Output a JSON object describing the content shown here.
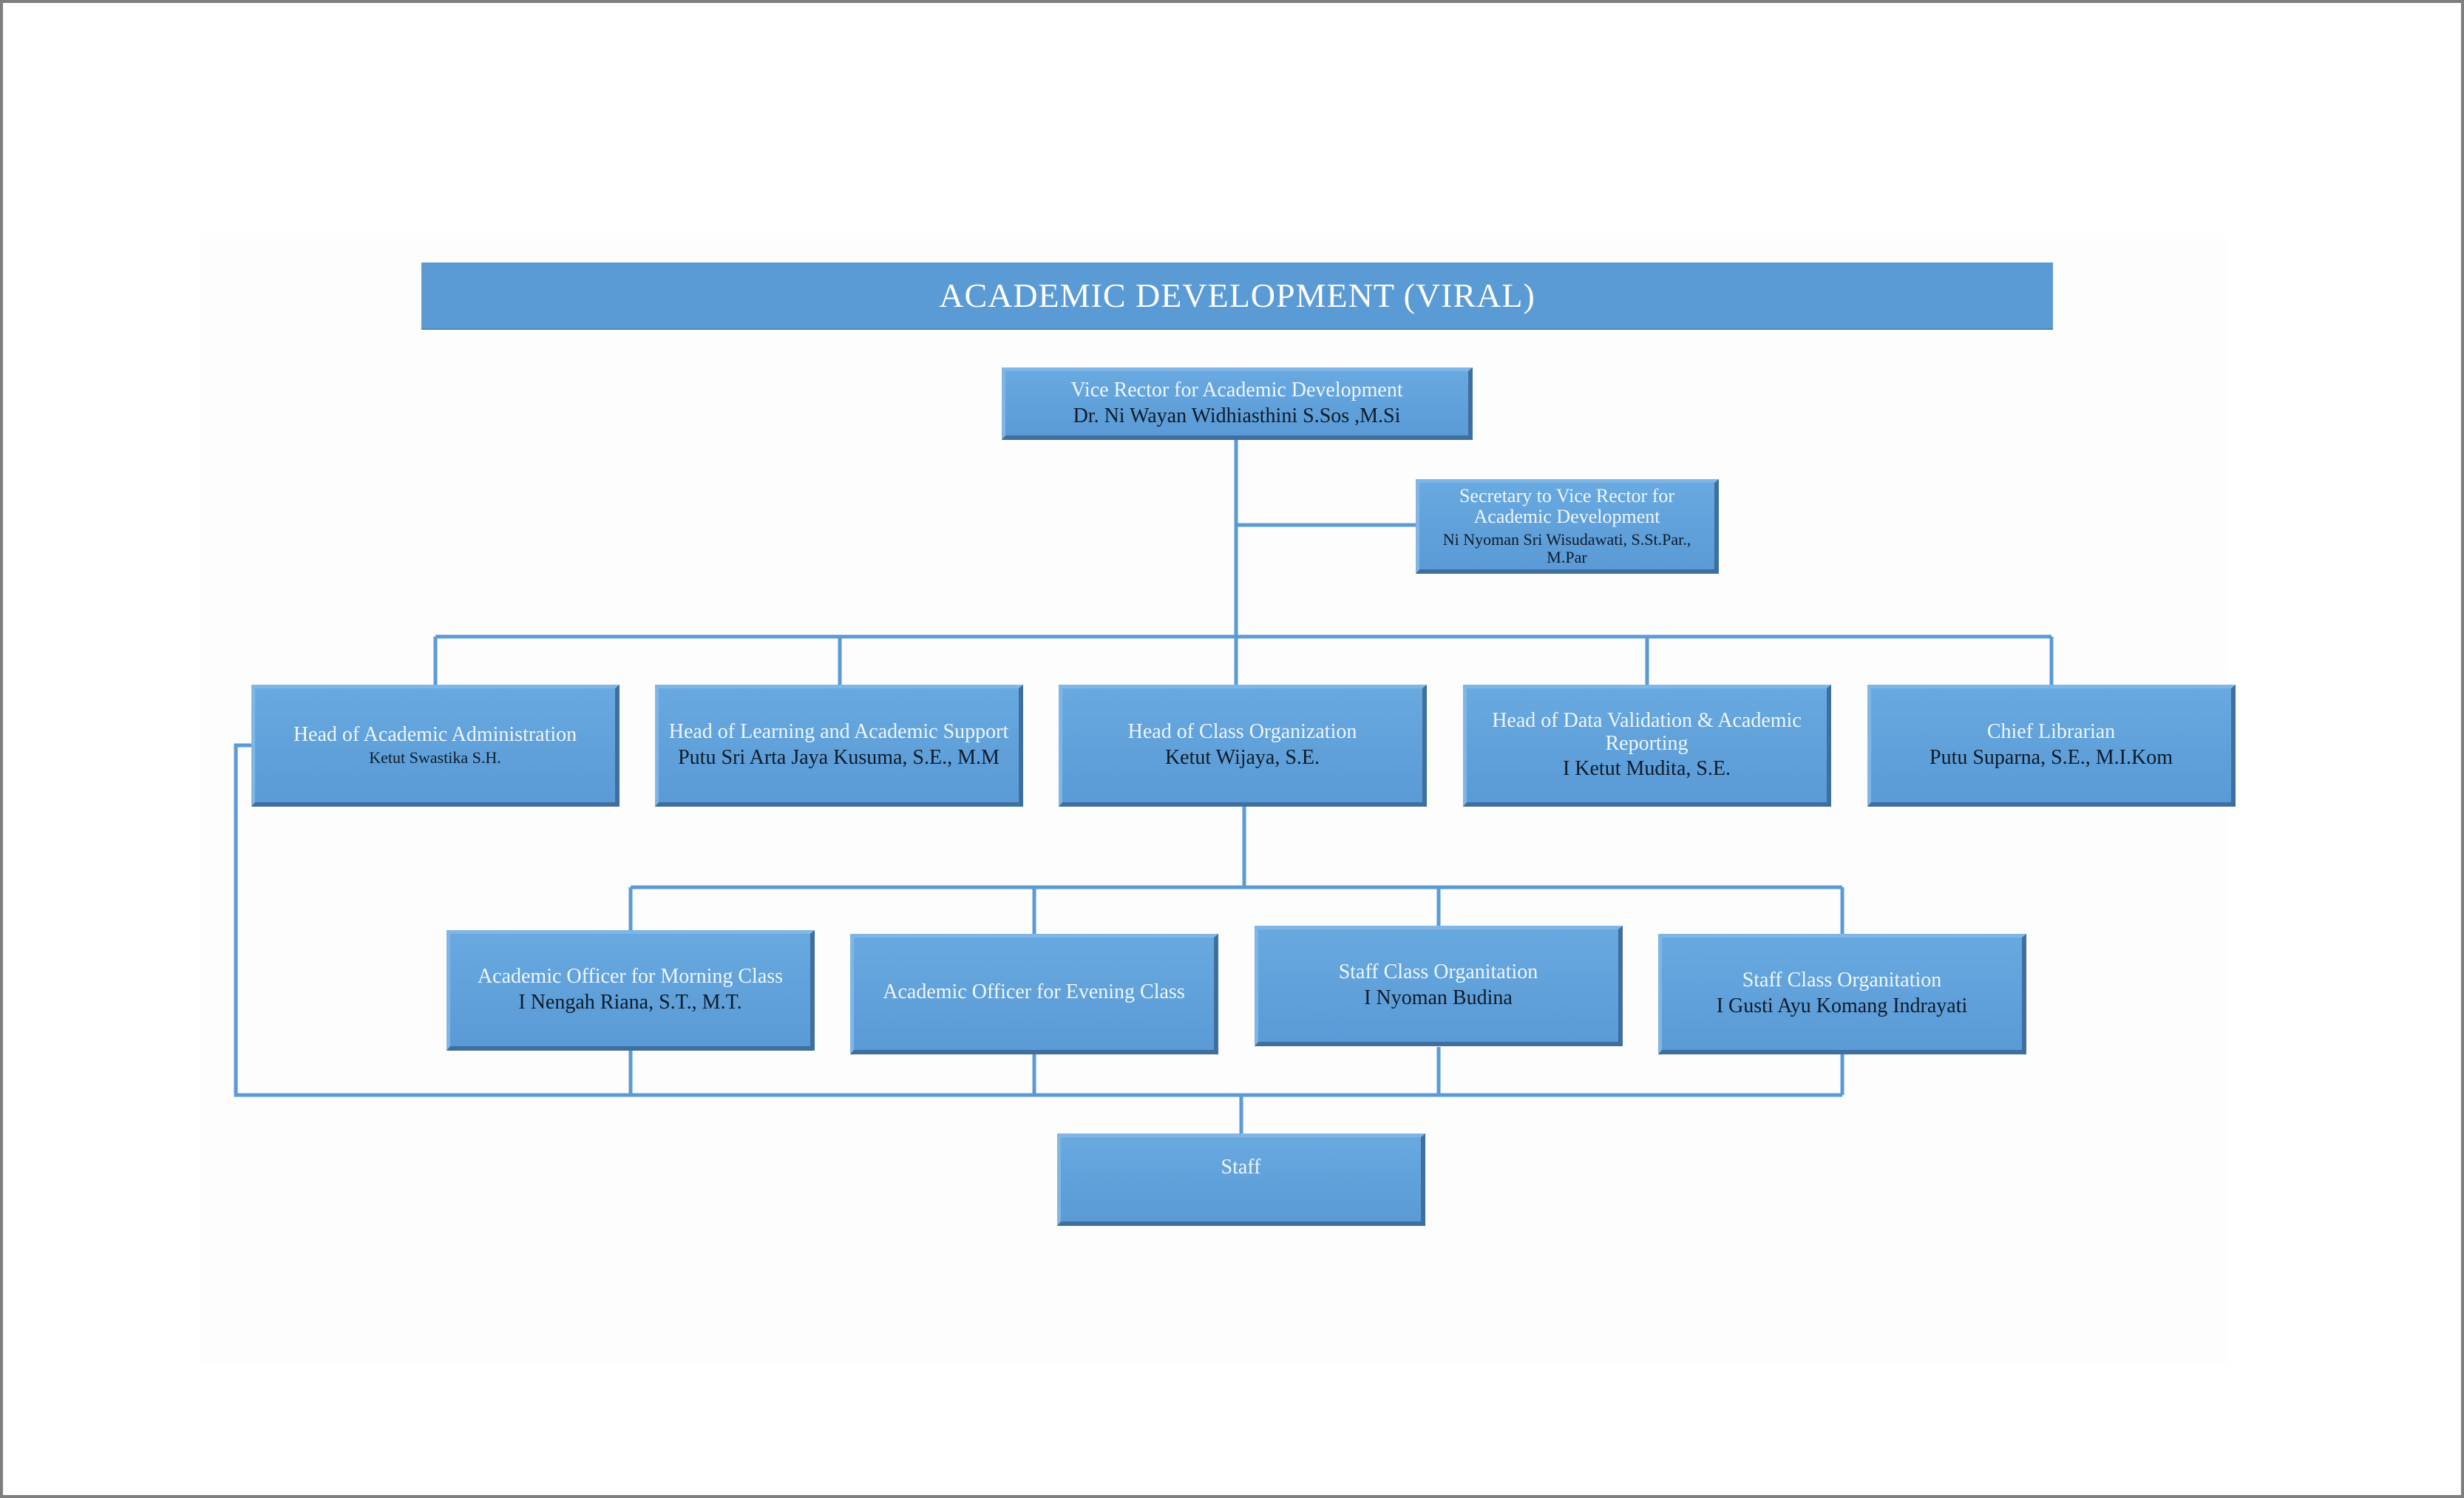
{
  "title": "ACADEMIC DEVELOPMENT (VIRAL)",
  "colors": {
    "box": "#5b9bd5",
    "line": "#5b9bd5",
    "role_text": "#eef6ff",
    "name_text": "#0d1b2a"
  },
  "vice_rector": {
    "role": "Vice Rector for Academic Development",
    "name": "Dr. Ni Wayan Widhiasthini S.Sos ,M.Si"
  },
  "secretary": {
    "role": "Secretary to Vice Rector for Academic Development",
    "name": "Ni Nyoman Sri Wisudawati, S.St.Par., M.Par"
  },
  "heads": [
    {
      "role": "Head of Academic Administration",
      "name": "Ketut Swastika S.H."
    },
    {
      "role": "Head of Learning and Academic Support",
      "name": "Putu Sri Arta Jaya Kusuma, S.E., M.M"
    },
    {
      "role": "Head of Class Organization",
      "name": "Ketut Wijaya, S.E."
    },
    {
      "role": "Head of Data Validation & Academic Reporting",
      "name": "I Ketut Mudita, S.E."
    },
    {
      "role": "Chief Librarian",
      "name": "Putu Suparna, S.E., M.I.Kom"
    }
  ],
  "officers": [
    {
      "role": "Academic Officer for Morning Class",
      "name": "I Nengah Riana, S.T., M.T."
    },
    {
      "role": "Academic Officer for Evening Class",
      "name": ""
    },
    {
      "role": "Staff Class Organitation",
      "name": "I Nyoman Budina"
    },
    {
      "role": "Staff Class Organitation",
      "name": "I Gusti Ayu Komang Indrayati"
    }
  ],
  "staff": {
    "role": "Staff"
  }
}
